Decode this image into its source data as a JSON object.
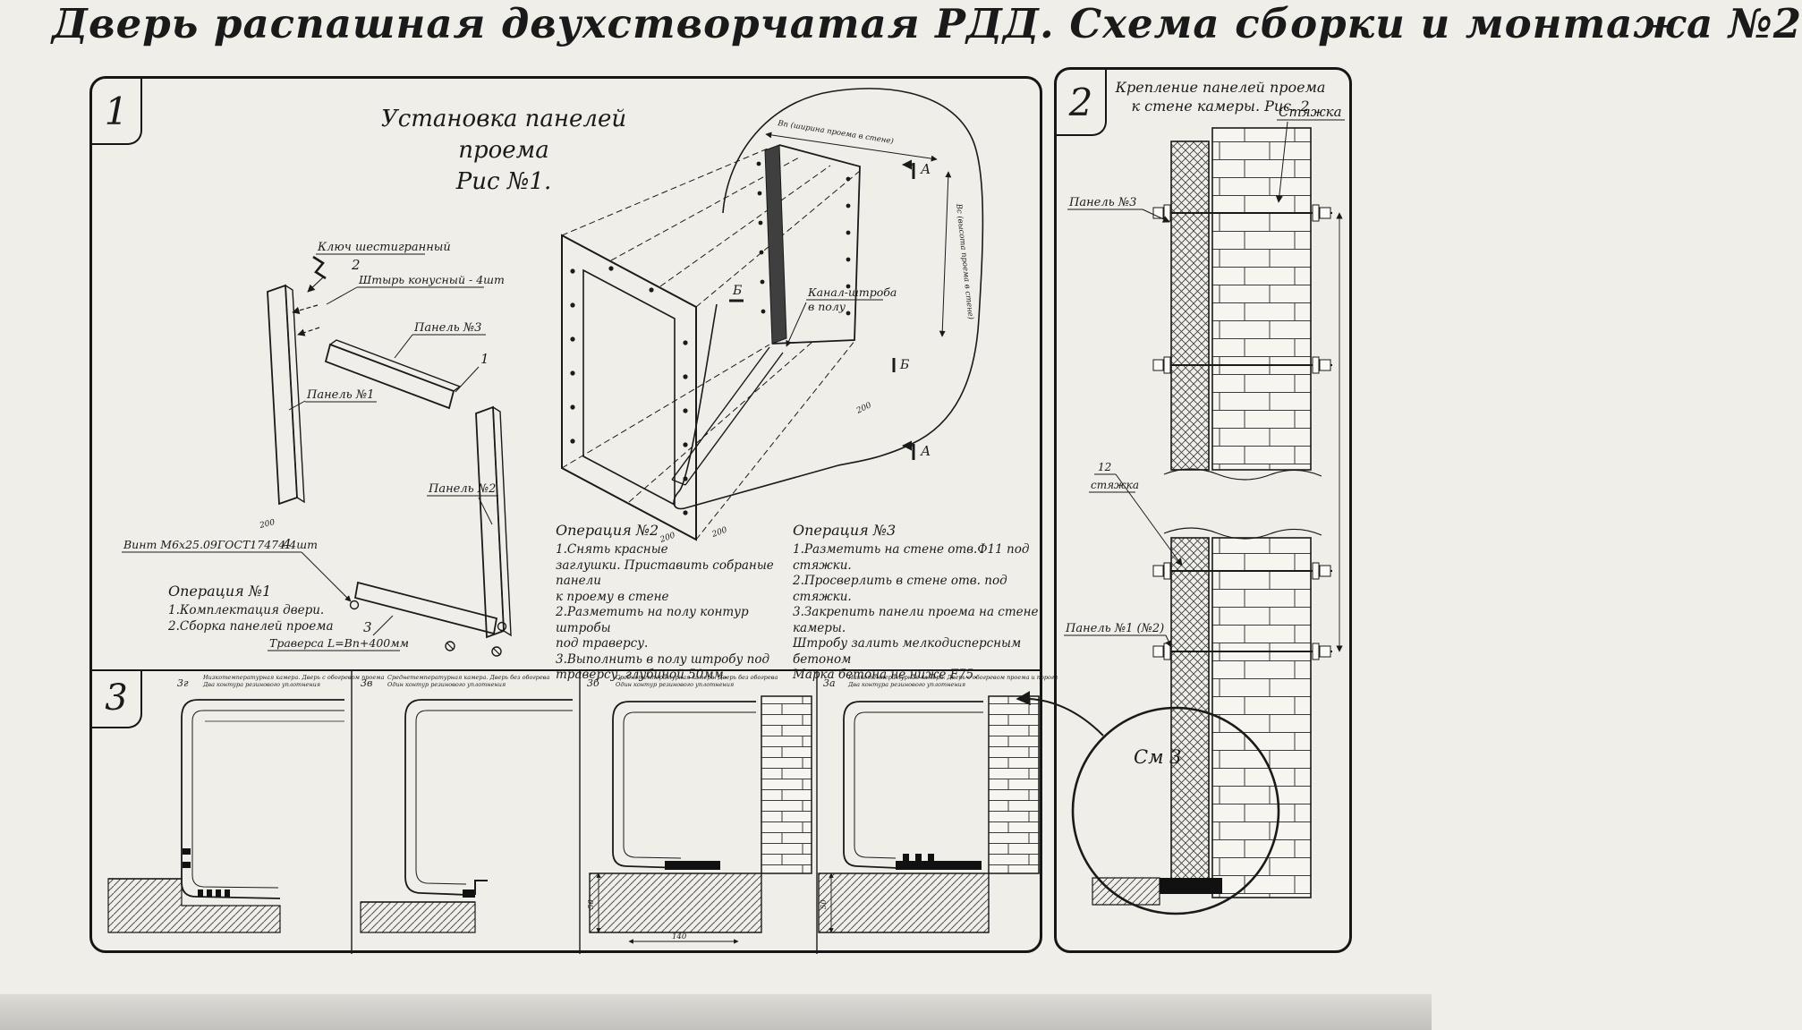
{
  "title": "Дверь распашная двухстворчатая РДД.  Схема сборки и монтажа №2",
  "section1": {
    "number": "1",
    "title1": "Установка панелей проема",
    "title2": "Рис №1.",
    "labels": {
      "hex_key": "Ключ шестигранный",
      "pin_num": "2",
      "pin": "Штырь конусный - 4шт",
      "panel3": "Панель №3",
      "callout1": "1",
      "panel1": "Панель №1",
      "panel2": "Панель №2",
      "screw_num": "4",
      "screw": "Винт М6х25.09ГОСТ17474-4шт",
      "traverse_num": "3",
      "traverse": "Траверса  L=Bn+400мм",
      "channel1": "Канал-штроба",
      "channel2": "в полу",
      "mark_a": "А",
      "mark_b": "Б",
      "dim200": "200",
      "dim_width": "Вп (ширина проема в стене)",
      "dim_height": "Вс (высота проема в стене)"
    },
    "op1": {
      "title": "Операция №1",
      "text": "1.Комплектация двери.\n2.Сборка панелей проема"
    },
    "op2": {
      "title": "Операция №2",
      "text": "1.Снять красные\nзаглушки. Приставить собраные панели\nк проему в стене\n2.Разметить на полу контур штробы\nпод траверсу.\n3.Выполнить в полу штробу под\nтраверсу, глубиной 50мм."
    },
    "op3": {
      "title": "Операция №3",
      "text": "1.Разметить на стене отв.Ф11 под\nстяжки.\n2.Просверлить в стене отв.  под\nстяжки.\n3.Закрепить панели проема на стене камеры.\nШтробу залить мелкодисперсным бетоном\nМарка бетона не ниже   F75."
    }
  },
  "section2": {
    "number": "2",
    "title1": "Крепление панелей проема",
    "title2": "к стене камеры. Рис. 2",
    "labels": {
      "tie": "Стяжка",
      "panel3": "Панель №3",
      "tie_callout_num": "12",
      "tie_callout": "стяжка",
      "panel12": "Панель №1 (№2)",
      "see_detail": "См 3"
    }
  },
  "section3": {
    "number": "3",
    "details": [
      {
        "id": "3г",
        "cap1": "Низкотемпературная камера. Дверь с обогревом проема",
        "cap2": "Два контура резинового уплотнения"
      },
      {
        "id": "3в",
        "cap1": "Среднетемпературная камера. Дверь без обогрева",
        "cap2": "Один контур резинового уплотнения"
      },
      {
        "id": "3б",
        "cap1": "Среднетемпературная камера. Дверь без обогрева",
        "cap2": "Один контур резинового уплотнения"
      },
      {
        "id": "3а",
        "cap1": "Низкотемпературная камера. Дверь с обогревом проема и порога",
        "cap2": "Два контура резинового уплотнения"
      }
    ],
    "dims": {
      "d50": "50",
      "d140": "140"
    }
  }
}
